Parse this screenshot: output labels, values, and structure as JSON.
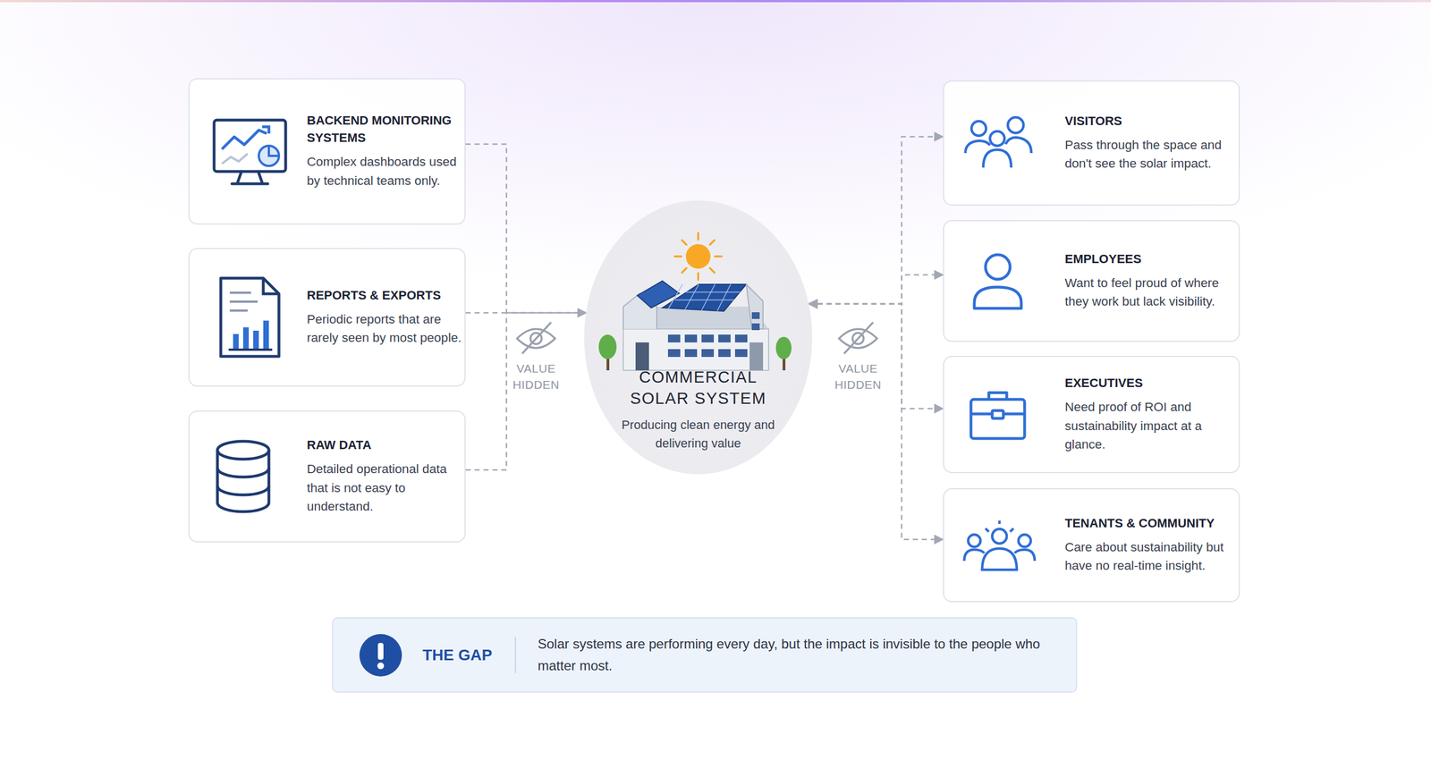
{
  "diagram": {
    "nodes": [
      {
        "text": [
          "BACKEND MONITORING SYSTEMS",
          "Complex dashboards used by technical teams only."
        ]
      },
      {
        "text": [
          "REPORTS & EXPORTS",
          "Periodic reports that are rarely seen by most people."
        ]
      },
      {
        "text": [
          "RAW DATA",
          "Detailed operational data that is not easy to understand."
        ]
      },
      {
        "text": [
          "COMMERCIAL SOLAR SYSTEM",
          "Producing clean energy and delivering value"
        ]
      },
      {
        "text": [
          "VISITORS",
          "Pass through the space and don't see the solar impact."
        ]
      },
      {
        "text": [
          "EMPLOYEES",
          "Want to feel proud of where they work but lack visibility."
        ]
      },
      {
        "text": [
          "EXECUTIVES",
          "Need proof of ROI and sustainability impact at a glance."
        ]
      },
      {
        "text": [
          "TENANTS & COMMUNITY",
          "Care about sustainability but have no real-time insight."
        ]
      },
      {
        "text": [
          "THE GAP",
          "Solar systems are performing every day, but the impact is invisible to the people who matter most."
        ]
      }
    ],
    "edges": [
      {
        "from": 0,
        "to": 3,
        "arrow": "to"
      },
      {
        "from": 1,
        "to": 3,
        "arrow": "to"
      },
      {
        "from": 2,
        "to": 3,
        "arrow": "to"
      },
      {
        "from": 3,
        "to": 4,
        "arrow": "both"
      },
      {
        "from": 3,
        "to": 5,
        "arrow": "both"
      },
      {
        "from": 3,
        "to": 6,
        "arrow": "both"
      },
      {
        "from": 3,
        "to": 7,
        "arrow": "both"
      }
    ],
    "labels": [
      "VALUE HIDDEN",
      "VALUE HIDDEN"
    ]
  }
}
